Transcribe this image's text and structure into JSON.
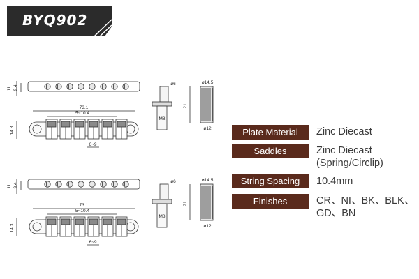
{
  "title": "BYQ902",
  "colors": {
    "badge_bg": "#2b2b2b",
    "label_bg": "#5a2a1c",
    "line": "#333333"
  },
  "dimensions": {
    "total_width": "73.1",
    "adjust_range": "5~10.4",
    "saddle_range": "6~9",
    "body_height": "14.3",
    "height_9_4": "9.4",
    "height_11": "11",
    "post_dia_6": "ø6",
    "post_thread": "M8",
    "stud_dia_14_5": "ø14.5",
    "stud_dia_12": "ø12",
    "stud_height": "21"
  },
  "specs": [
    {
      "label": "Plate Material",
      "value_lines": [
        "Zinc Diecast"
      ]
    },
    {
      "label": "Saddles",
      "value_lines": [
        "Zinc Diecast",
        "(Spring/Circlip)"
      ]
    },
    {
      "label": "String Spacing",
      "value_lines": [
        "10.4mm"
      ]
    },
    {
      "label": "Finishes",
      "value_lines": [
        "CR、NI、BK、BLK、",
        "GD、BN"
      ]
    }
  ]
}
